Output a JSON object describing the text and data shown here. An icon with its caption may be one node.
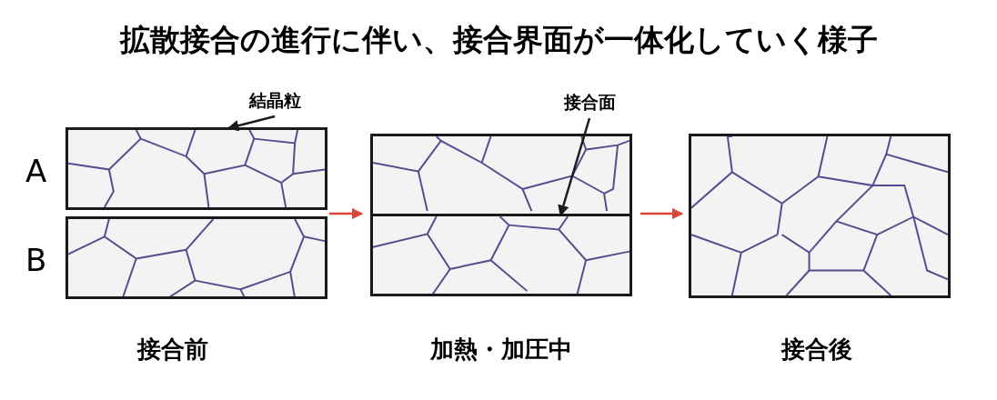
{
  "diagram": {
    "title": "拡散接合の進行に伴い、接合界面が一体化していく様子",
    "nodes": [
      {
        "text": [
          "結晶粒"
        ]
      },
      {
        "text": [
          "接合面"
        ]
      },
      {
        "text": [
          "接合前"
        ]
      },
      {
        "text": [
          "A"
        ],
        "in": 2
      },
      {
        "text": [
          "B"
        ],
        "in": 2
      },
      {
        "text": [
          "加熱・加圧中"
        ]
      },
      {
        "text": [],
        "shape": "box",
        "in": 5
      },
      {
        "text": [],
        "shape": "box",
        "in": 5
      },
      {
        "text": [
          "接合後"
        ]
      }
    ],
    "edges": [
      {
        "from": 0,
        "to": 3,
        "arrow": "to"
      },
      {
        "from": 1,
        "to": 6,
        "arrow": "to"
      },
      {
        "from": 2,
        "to": 5,
        "arrow": "to",
        "color": "#d9463a"
      },
      {
        "from": 5,
        "to": 8,
        "arrow": "to",
        "color": "#d9463a"
      }
    ]
  }
}
